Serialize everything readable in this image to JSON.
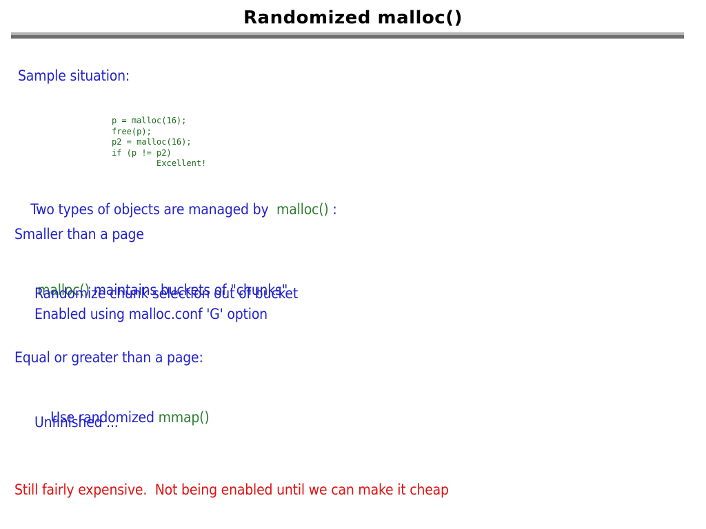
{
  "slide": {
    "title": "Randomized malloc()",
    "accent_colors": {
      "blue": "#2222cc",
      "green": "#2e7d32",
      "red": "#dd1111",
      "code_green": "#1a6b1a",
      "rule_light": "#b3b3b3",
      "rule_dark": "#6e6e6e",
      "title": "#000000",
      "background": "#ffffff"
    },
    "sample_heading": "Sample situation:",
    "code": "p = malloc(16);\nfree(p);\np2 = malloc(16);\nif (p != p2)\n         Excellent!",
    "code_lines": [
      "p = malloc(16);",
      "free(p);",
      "p2 = malloc(16);",
      "if (p != p2)",
      "         Excellent!"
    ],
    "two_types": {
      "prefix": "Two types of objects are managed by  ",
      "call": "malloc()",
      "suffix": " :"
    },
    "smaller_heading": "Smaller than a page",
    "maintains": {
      "call": "malloc()",
      "rest": " maintains buckets of \"chunks\""
    },
    "randomize_line": "Randomize chunk selection out of bucket",
    "enabled_line": "Enabled using malloc.conf 'G' option",
    "equal_heading": "Equal or greater than a page:",
    "use_randomized": {
      "prefix": "Use randomized ",
      "call": "mmap()"
    },
    "unfinished_line": "Unfinished ...",
    "footer_note": "Still fairly expensive.  Not being enabled until we can make it cheap"
  }
}
